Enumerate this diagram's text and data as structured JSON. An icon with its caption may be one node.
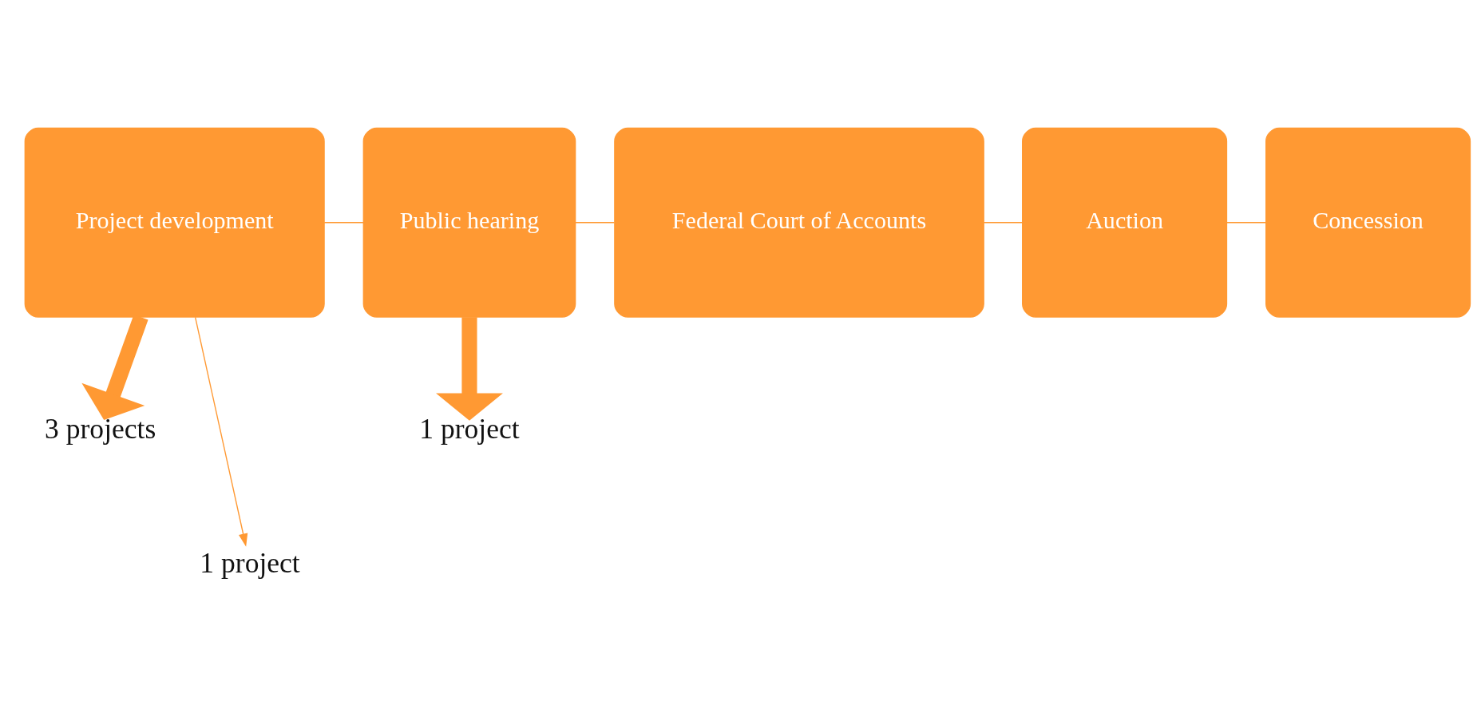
{
  "diagram": {
    "nodes": [
      {
        "text": [
          "Project development"
        ]
      },
      {
        "text": [
          "Public hearing"
        ]
      },
      {
        "text": [
          "Federal Court of Accounts"
        ]
      },
      {
        "text": [
          "Auction"
        ]
      },
      {
        "text": [
          "Concession"
        ]
      },
      {
        "text": [
          "3 projects"
        ]
      },
      {
        "text": [
          "1 project"
        ]
      },
      {
        "text": [
          "1 project"
        ]
      }
    ],
    "edges": [
      {
        "from": 0,
        "to": 1,
        "arrow": "none"
      },
      {
        "from": 1,
        "to": 2,
        "arrow": "none"
      },
      {
        "from": 2,
        "to": 3,
        "arrow": "none"
      },
      {
        "from": 3,
        "to": 4,
        "arrow": "none"
      },
      {
        "from": 0,
        "to": 5,
        "arrow": "to",
        "style": "thick"
      },
      {
        "from": 1,
        "to": 6,
        "arrow": "to",
        "style": "thick"
      },
      {
        "from": 0,
        "to": 7,
        "arrow": "to"
      }
    ]
  }
}
